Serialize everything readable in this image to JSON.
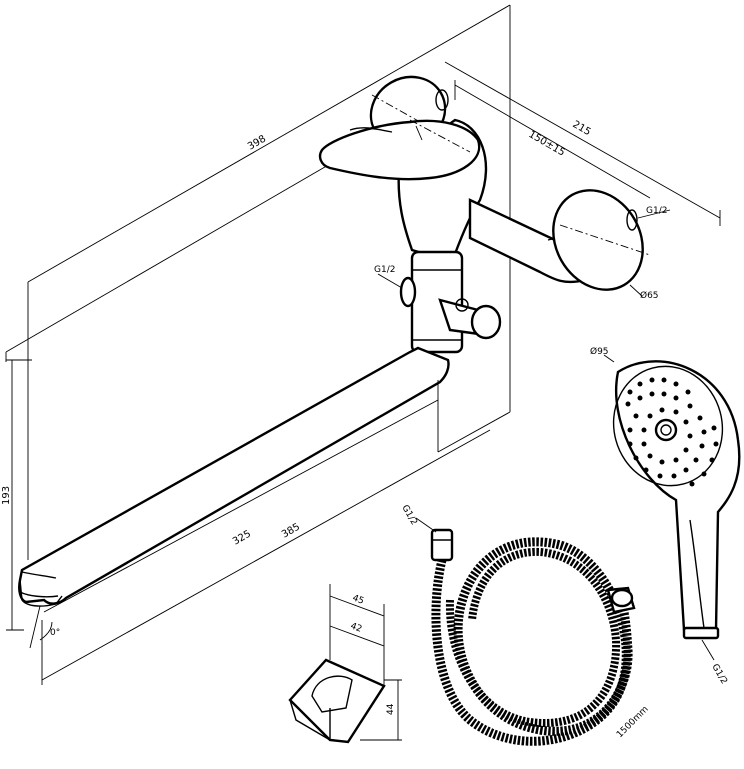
{
  "dimensions": {
    "total_length": "398",
    "eccentric_spacing": "150±15",
    "body_width": "215",
    "thread_left": "G1/2",
    "thread_right": "G1/2",
    "flange_diameter": "Ø65",
    "height": "193",
    "spout_inner": "325",
    "spout_outer": "385",
    "spout_angle": "0°"
  },
  "shower_head": {
    "diameter": "Ø95",
    "thread": "G1/2"
  },
  "hose": {
    "thread": "G1/2",
    "length": "1500mm"
  },
  "holder": {
    "width_outer": "45",
    "width_inner": "42",
    "height": "44"
  }
}
